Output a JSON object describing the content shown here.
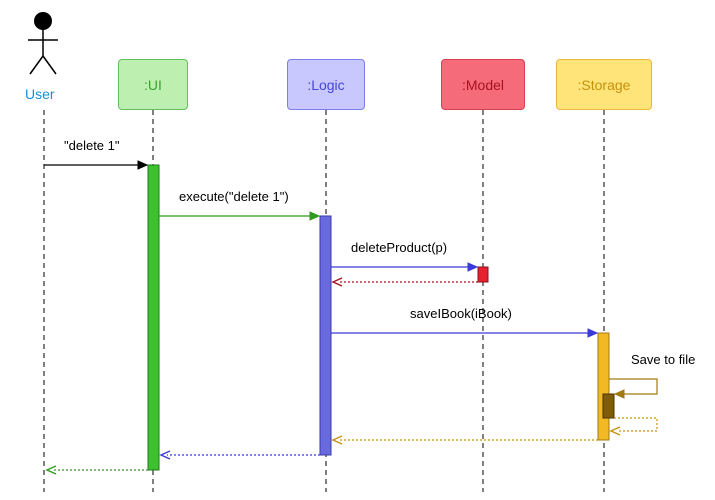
{
  "actor": {
    "label": "User"
  },
  "participants": [
    {
      "key": "ui",
      "label": ":UI",
      "fill": "#bdf0b0",
      "stroke": "#62c05a",
      "text": "#3aa32f"
    },
    {
      "key": "logic",
      "label": ":Logic",
      "fill": "#c8c8ff",
      "stroke": "#7d7df0",
      "text": "#4545d6"
    },
    {
      "key": "model",
      "label": ":Model",
      "fill": "#f66b7a",
      "stroke": "#d8404f",
      "text": "#a8121f"
    },
    {
      "key": "storage",
      "label": ":Storage",
      "fill": "#ffe47a",
      "stroke": "#e8b93a",
      "text": "#c7900a"
    }
  ],
  "activation_colors": {
    "ui": "#3dc12e",
    "logic": "#6a6ae0",
    "model": "#e8202e",
    "storage": "#f2b923",
    "storage_self": "#7e5c08"
  },
  "messages": [
    {
      "key": "m1",
      "label": "\"delete 1\"",
      "color": "#000000"
    },
    {
      "key": "m2",
      "label": "execute(\"delete 1\")",
      "color": "#2e9a1f"
    },
    {
      "key": "m3",
      "label": "deleteProduct(p)",
      "color": "#3a3ad8"
    },
    {
      "key": "m4",
      "label": "saveIBook(iBook)",
      "color": "#3a3ad8"
    },
    {
      "key": "m5",
      "label": "Save to file",
      "color": "#a07a10"
    }
  ],
  "returns": {
    "model_to_logic": "#a8121f",
    "storage_self": "#c7900a",
    "storage_to_logic": "#c7900a",
    "logic_to_ui": "#3a3ad8",
    "ui_to_user": "#2e9a1f"
  }
}
